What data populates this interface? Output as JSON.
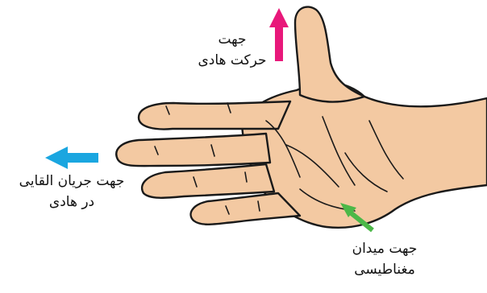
{
  "labels": {
    "motion": {
      "line1": "جهت",
      "line2": "حرکت هادی"
    },
    "current": {
      "line1": "جهت جریان القایی",
      "line2": "در هادی"
    },
    "field": {
      "line1": "جهت میدان",
      "line2": "مغناطیسی"
    }
  },
  "colors": {
    "skin": "#f3c9a2",
    "outline": "#1a1a1a",
    "motion_arrow": "#e8187a",
    "current_arrow": "#1aa6e0",
    "field_arrow": "#4cb848"
  }
}
